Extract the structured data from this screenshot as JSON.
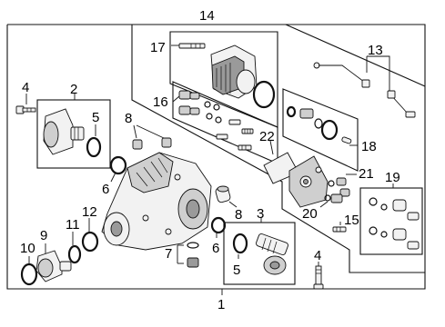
{
  "callouts": {
    "c1": "1",
    "c2": "2",
    "c3": "3",
    "c4a": "4",
    "c4b": "4",
    "c5a": "5",
    "c5b": "5",
    "c6a": "6",
    "c6b": "6",
    "c7": "7",
    "c8a": "8",
    "c8b": "8",
    "c9": "9",
    "c10": "10",
    "c11": "11",
    "c12": "12",
    "c13": "13",
    "c14": "14",
    "c15": "15",
    "c16": "16",
    "c17": "17",
    "c18": "18",
    "c19": "19",
    "c20": "20",
    "c21": "21",
    "c22": "22"
  }
}
